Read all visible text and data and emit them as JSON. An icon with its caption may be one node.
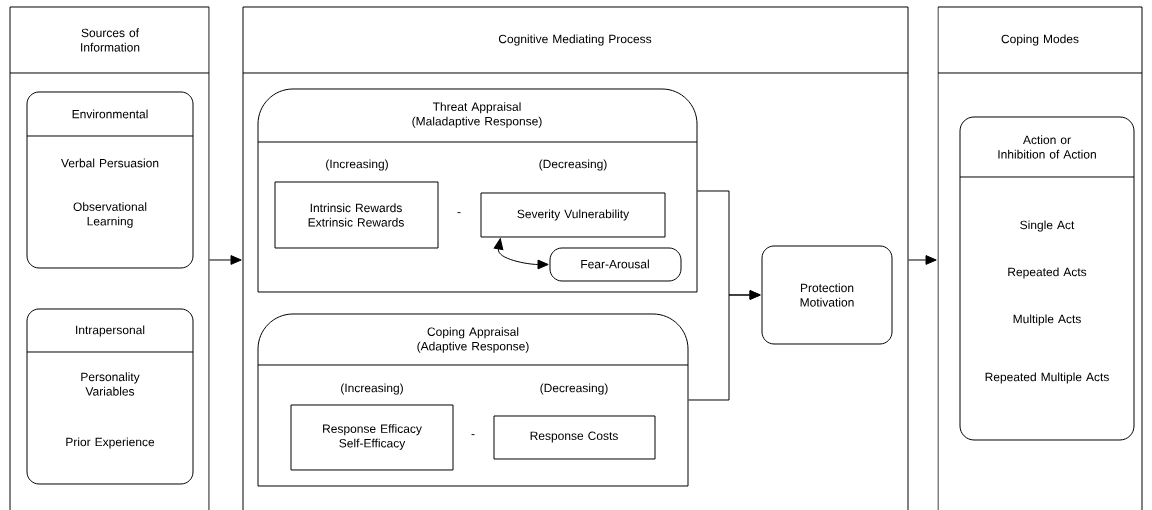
{
  "diagram": {
    "nodes": [
      {
        "text": [
          "Sources of Information"
        ]
      },
      {
        "text": [
          "Environmental",
          "Verbal Persuasion",
          "Observational Learning"
        ],
        "in": 0
      },
      {
        "text": [
          "Intrapersonal",
          "Personality Variables",
          "Prior Experience"
        ],
        "in": 0
      },
      {
        "text": [
          "Cognitive Mediating Process"
        ]
      },
      {
        "text": [
          "Threat Appraisal (Maladaptive Response)",
          "(Increasing)",
          "-",
          "(Decreasing)"
        ],
        "in": 3
      },
      {
        "text": [
          "Intrinsic Rewards Extrinsic Rewards"
        ],
        "in": 4
      },
      {
        "text": [
          "Severity Vulnerability"
        ],
        "in": 4
      },
      {
        "text": [
          "Fear-Arousal"
        ],
        "in": 4
      },
      {
        "text": [
          "Coping Appraisal (Adaptive Response)",
          "(Increasing)",
          "-",
          "(Decreasing)"
        ],
        "in": 3
      },
      {
        "text": [
          "Response Efficacy Self-Efficacy"
        ],
        "in": 8
      },
      {
        "text": [
          "Response Costs"
        ],
        "in": 8
      },
      {
        "text": [
          "Protection Motivation"
        ],
        "in": 3
      },
      {
        "text": [
          "Coping Modes"
        ]
      },
      {
        "text": [
          "Action or Inhibition of Action",
          "Single Act",
          "Repeated Acts",
          "Multiple Acts",
          "Repeated Multiple Acts"
        ],
        "in": 12
      }
    ],
    "edges": [
      {
        "from": 0,
        "to": 3,
        "arrow": "to"
      },
      {
        "from": 4,
        "to": 11,
        "arrow": "to"
      },
      {
        "from": 8,
        "to": 11,
        "arrow": "to"
      },
      {
        "from": 3,
        "to": 12,
        "arrow": "to"
      },
      {
        "from": 6,
        "to": 7,
        "arrow": "both"
      }
    ]
  }
}
